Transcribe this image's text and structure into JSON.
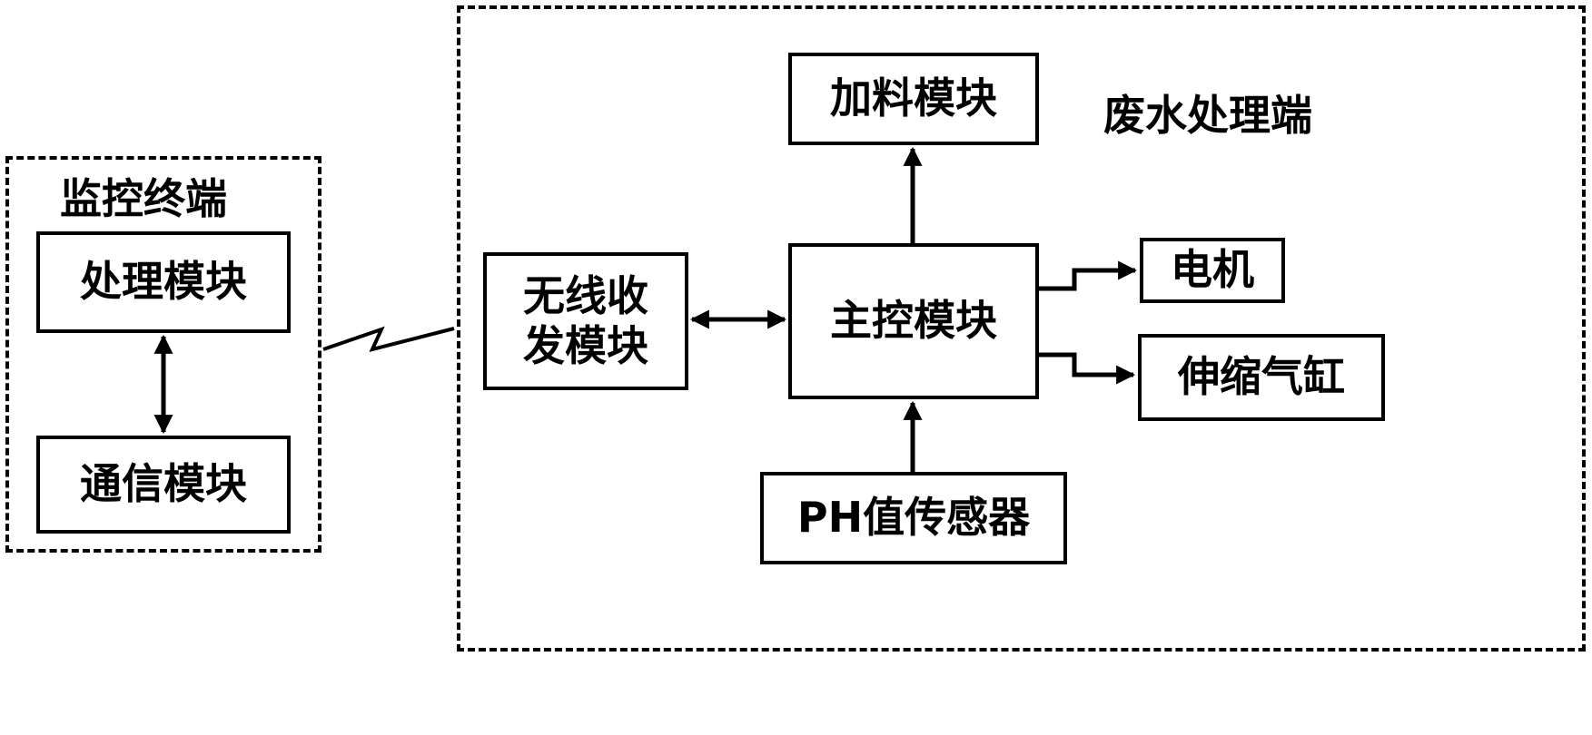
{
  "groups": {
    "monitor_terminal": {
      "title": "监控终端"
    },
    "wastewater_end": {
      "title": "废水处理端"
    }
  },
  "blocks": {
    "processing_module": {
      "label": "处理模块"
    },
    "communication_module": {
      "label": "通信模块"
    },
    "wireless_transceiver": {
      "label_line1": "无线收",
      "label_line2": "发模块"
    },
    "feeding_module": {
      "label": "加料模块"
    },
    "main_control_module": {
      "label": "主控模块"
    },
    "motor": {
      "label": "电机"
    },
    "telescopic_cylinder": {
      "label": "伸缩气缸"
    },
    "ph_sensor": {
      "label": "PH值传感器"
    }
  },
  "colors": {
    "line": "#000000",
    "background": "#ffffff"
  }
}
